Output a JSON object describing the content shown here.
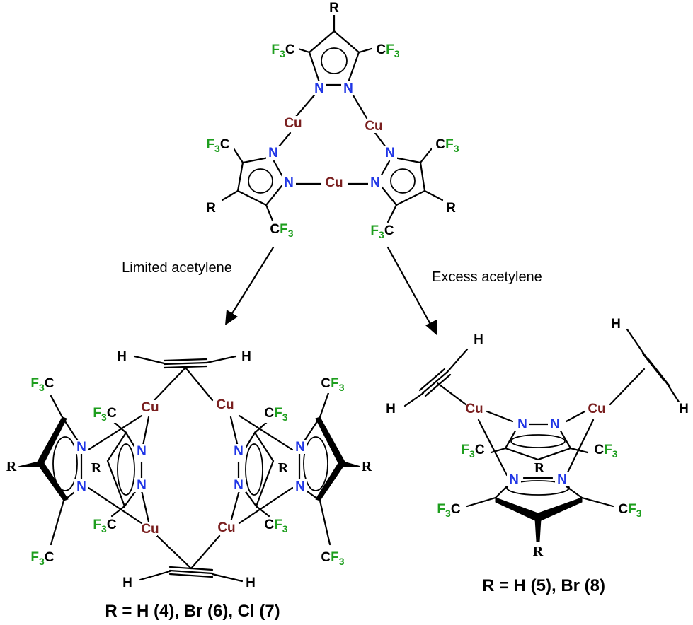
{
  "colors": {
    "copper": "#7a1f1f",
    "nitrogen": "#1f35e6",
    "fluorine": "#1e9e1e",
    "bond": "#000000"
  },
  "labels": {
    "cu": "Cu",
    "n": "N",
    "h": "H",
    "r": "R",
    "cf3_c": "C",
    "cf3_f": "F",
    "cf3_sub": "3"
  },
  "arrows": {
    "left_caption": "Limited acetylene",
    "right_caption": "Excess acetylene"
  },
  "products": {
    "left_caption": "R = H (4), Br (6), Cl (7)",
    "right_caption": "R = H (5), Br (8)"
  }
}
